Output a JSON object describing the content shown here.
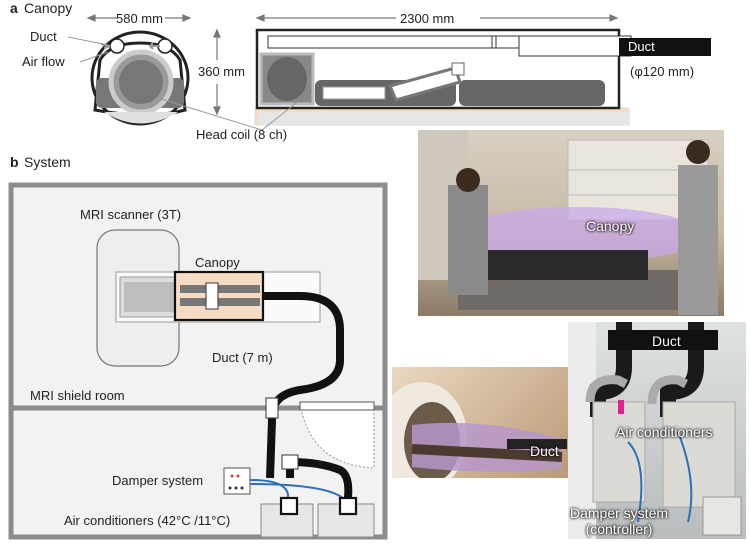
{
  "panel_a": {
    "letter": "a",
    "title": "Canopy",
    "dim_width": "580 mm",
    "dim_height": "360 mm",
    "dim_length": "2300 mm",
    "duct_label": "Duct",
    "air_flow_label": "Air flow",
    "duct_end_label": "Duct",
    "duct_diameter": "(φ120 mm)",
    "head_coil_label": "Head coil (8 ch)"
  },
  "panel_b": {
    "letter": "b",
    "title": "System",
    "scanner_label": "MRI scanner (3T)",
    "canopy_label": "Canopy",
    "duct_label": "Duct (7 m)",
    "shield_room_label": "MRI shield room",
    "damper_label": "Damper system",
    "air_conditioners_label": "Air conditioners (42°C /11°C)"
  },
  "photos": {
    "photo1_canopy": "Canopy",
    "photo2_duct": "Duct",
    "photo3_duct": "Duct",
    "photo3_air_conditioners": "Air conditioners",
    "photo3_damper_line1": "Damper system",
    "photo3_damper_line2": "(controller)"
  },
  "colors": {
    "panel_gray": "#f2f2f2",
    "frame_gray": "#8c8c8c",
    "duct_black": "#111111",
    "cable_blue": "#2d6fb8",
    "canopy_orange": "#f7dcc4"
  }
}
